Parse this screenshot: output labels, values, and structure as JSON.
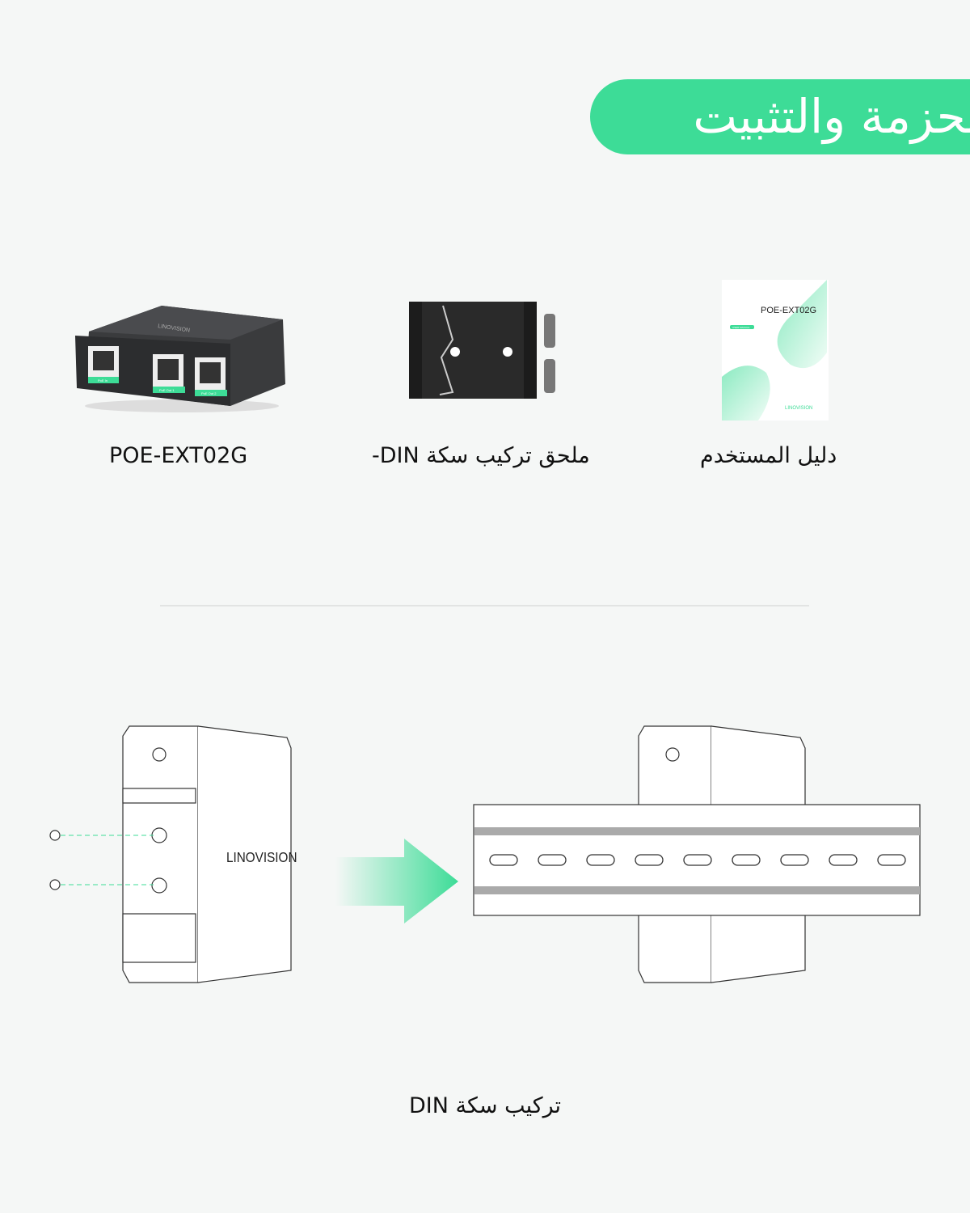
{
  "header": {
    "title": "الحزمة والتثبيت"
  },
  "package_items": [
    {
      "label": "POE-EXT02G",
      "brand": "LINOVISION",
      "ports": [
        "PoE In",
        "PoE Out 1",
        "PoE Out 2"
      ]
    },
    {
      "label": "ملحق تركيب سكة DIN-"
    },
    {
      "label": "دليل المستخدم",
      "cover_title": "POE-EXT02G",
      "cover_tag": "USER MANUAL",
      "cover_brand": "LINOVISION"
    }
  ],
  "diagram": {
    "brand": "LINOVISION",
    "caption": "تركيب سكة DIN"
  },
  "colors": {
    "accent": "#3ddc97",
    "background": "#f5f7f6"
  }
}
